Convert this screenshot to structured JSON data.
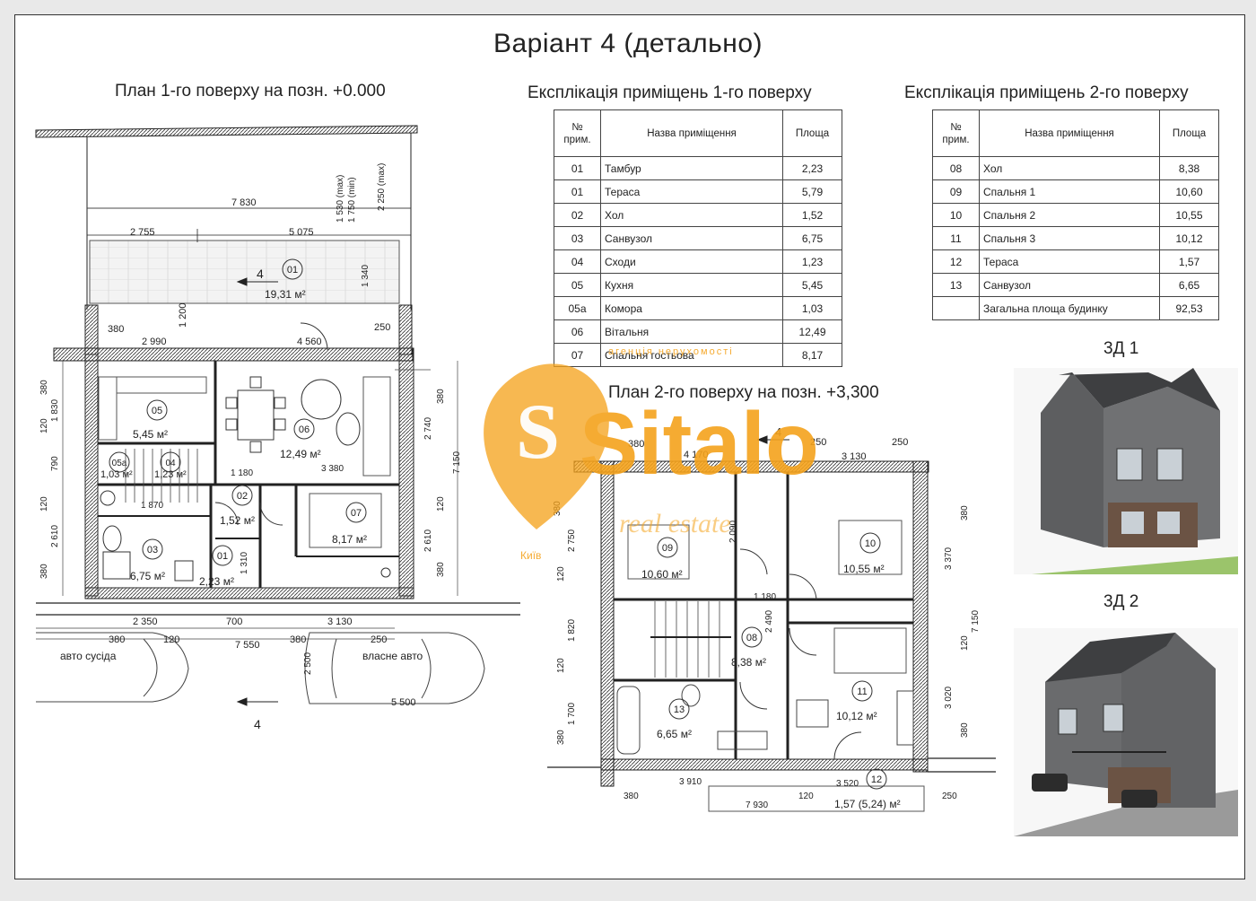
{
  "title": "Варіант 4 (детально)",
  "floor1": {
    "heading": "План 1-го поверху на позн. +0.000",
    "dims": {
      "top_total": "7 830",
      "top_left": "2 755",
      "top_right": "5 075",
      "wall1": "380",
      "wall2": "250",
      "d2990": "2 990",
      "d4560": "4 560",
      "d1200": "1 200",
      "v1530": "1 530 (max)",
      "v1750": "1 750 (min)",
      "v2250": "2 250 (max)",
      "v1340": "1 340",
      "left380a": "380",
      "left1830": "1 830",
      "left120a": "120",
      "left790": "790",
      "left120b": "120",
      "left2610": "2 610",
      "left380b": "380",
      "right380a": "380",
      "right2740": "2 740",
      "right120": "120",
      "right2610": "2 610",
      "right380b": "380",
      "right7150": "7 150",
      "d1180": "1 180",
      "d3380": "3 380",
      "d1870": "1 870",
      "d1310": "1 310",
      "bot2350": "2 350",
      "bot700": "700",
      "bot3130": "3 130",
      "bot380a": "380",
      "bot120": "120",
      "bot7550": "7 550",
      "bot250": "250",
      "bot380b": "380",
      "bot5500": "5 500",
      "bot2500": "2 500"
    },
    "rooms": [
      {
        "num": "01",
        "area": "19,31 м²"
      },
      {
        "num": "05",
        "area": "5,45 м²"
      },
      {
        "num": "06",
        "area": "12,49 м²"
      },
      {
        "num": "05а",
        "area": "1,03 м²"
      },
      {
        "num": "04",
        "area": "1,23 м²"
      },
      {
        "num": "02",
        "area": "1,52 м²"
      },
      {
        "num": "07",
        "area": "8,17 м²"
      },
      {
        "num": "03",
        "area": "6,75 м²"
      },
      {
        "num": "01",
        "area": "2,23 м²"
      }
    ],
    "section_mark": "4",
    "car_left": "авто сусіда",
    "car_right": "власне авто"
  },
  "table1": {
    "heading": "Експлікація приміщень 1-го поверху",
    "headers": [
      "№ прим.",
      "Назва приміщення",
      "Площа"
    ],
    "rows": [
      [
        "01",
        "Тамбур",
        "2,23"
      ],
      [
        "01",
        "Тераса",
        "5,79"
      ],
      [
        "02",
        "Хол",
        "1,52"
      ],
      [
        "03",
        "Санвузол",
        "6,75"
      ],
      [
        "04",
        "Сходи",
        "1,23"
      ],
      [
        "05",
        "Кухня",
        "5,45"
      ],
      [
        "05а",
        "Комора",
        "1,03"
      ],
      [
        "06",
        "Вітальня",
        "12,49"
      ],
      [
        "07",
        "Спальня гостьова",
        "8,17"
      ]
    ]
  },
  "table2": {
    "heading": "Експлікація приміщень 2-го поверху",
    "headers": [
      "№ прим.",
      "Назва приміщення",
      "Площа"
    ],
    "rows": [
      [
        "08",
        "Хол",
        "8,38"
      ],
      [
        "09",
        "Спальня 1",
        "10,60"
      ],
      [
        "10",
        "Спальня 2",
        "10,55"
      ],
      [
        "11",
        "Спальня 3",
        "10,12"
      ],
      [
        "12",
        "Тераса",
        "1,57"
      ],
      [
        "13",
        "Санвузол",
        "6,65"
      ]
    ],
    "total_label": "Загальна площа будинку",
    "total_value": "92,53"
  },
  "floor2": {
    "heading": "План 2-го поверху на позн. +3,300",
    "dims": {
      "t380": "380",
      "t4170": "4 170",
      "t250a": "250",
      "t3130": "3 130",
      "t250b": "250",
      "l2750": "2 750",
      "l120a": "120",
      "l1820": "1 820",
      "l120b": "120",
      "l1700": "1 700",
      "l380": "380",
      "l380t": "380",
      "r380": "380",
      "r3370": "3 370",
      "r7150": "7 150",
      "r120": "120",
      "r3020": "3 020",
      "r380b": "380",
      "m2090": "2 090",
      "m1180": "1 180",
      "m2490": "2 490",
      "b3910": "3 910",
      "b3520": "3 520",
      "b380": "380",
      "b120": "120",
      "b7930": "7 930",
      "b250": "250"
    },
    "rooms": [
      {
        "num": "09",
        "area": "10,60 м²"
      },
      {
        "num": "10",
        "area": "10,55 м²"
      },
      {
        "num": "08",
        "area": "8,38 м²"
      },
      {
        "num": "13",
        "area": "6,65 м²"
      },
      {
        "num": "11",
        "area": "10,12 м²"
      },
      {
        "num": "12",
        "area": "1,57 (5,24) м²"
      }
    ],
    "section_mark": "4"
  },
  "views": {
    "view1": "3Д 1",
    "view2": "3Д 2"
  },
  "watermark": {
    "brand": "Sitalo",
    "tagline": "агенція нерухомості",
    "sub": "real estate",
    "city": "Київ",
    "color": "#F4A21C"
  }
}
